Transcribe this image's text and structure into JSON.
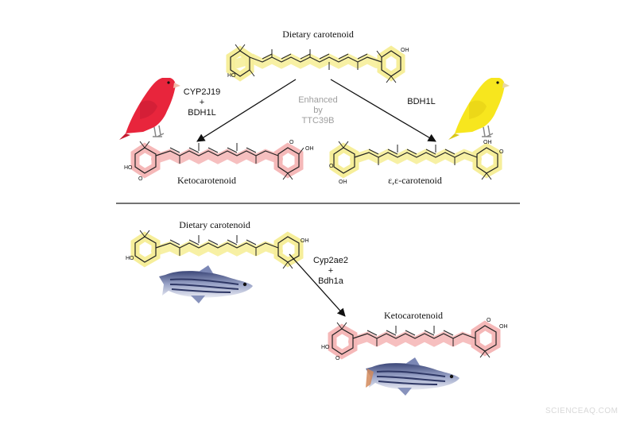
{
  "top": {
    "title": "Dietary carotenoid",
    "left_enzymes": [
      "CYP2J19",
      "+",
      "BDH1L"
    ],
    "center_note": [
      "Enhanced",
      "by",
      "TTC39B"
    ],
    "right_enzyme": "BDH1L",
    "left_product": "Ketocarotenoid",
    "right_product": "ε,ε-carotenoid"
  },
  "bottom": {
    "title": "Dietary carotenoid",
    "enzymes": [
      "Cyp2ae2",
      "+",
      "Bdh1a"
    ],
    "product": "Ketocarotenoid"
  },
  "atoms": {
    "ho": "HO",
    "oh": "OH",
    "o": "O"
  },
  "colors": {
    "yellow_glow": "#f6ee9a",
    "red_glow": "#f5b8b8",
    "red_bird": "#e8253c",
    "yellow_bird": "#f7e61e",
    "fish_blue": "#5d6a9c"
  },
  "watermark": "SCIENCEAQ.COM"
}
